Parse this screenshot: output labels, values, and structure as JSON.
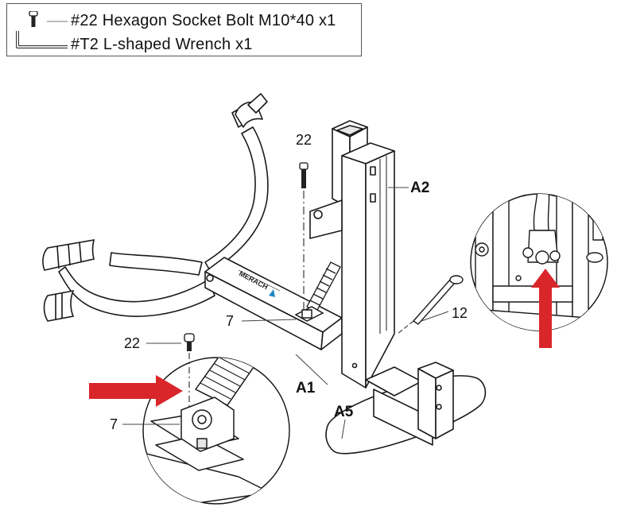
{
  "parts_list": {
    "items": [
      {
        "text": "#22 Hexagon Socket Bolt M10*40 x1",
        "icon": "bolt-icon"
      },
      {
        "text": "#T2 L-shaped Wrench x1",
        "icon": "wrench-icon"
      }
    ]
  },
  "callouts": {
    "bolt_main": "22",
    "bracket_main": "7",
    "pin": "12",
    "frame_a1": "A1",
    "frame_a2": "A2",
    "base_a5": "A5",
    "bolt_detail": "22",
    "bracket_detail": "7"
  },
  "brand_mark": "MERACH",
  "colors": {
    "arrow": "#d9262b",
    "line": "#1a1a1a"
  }
}
